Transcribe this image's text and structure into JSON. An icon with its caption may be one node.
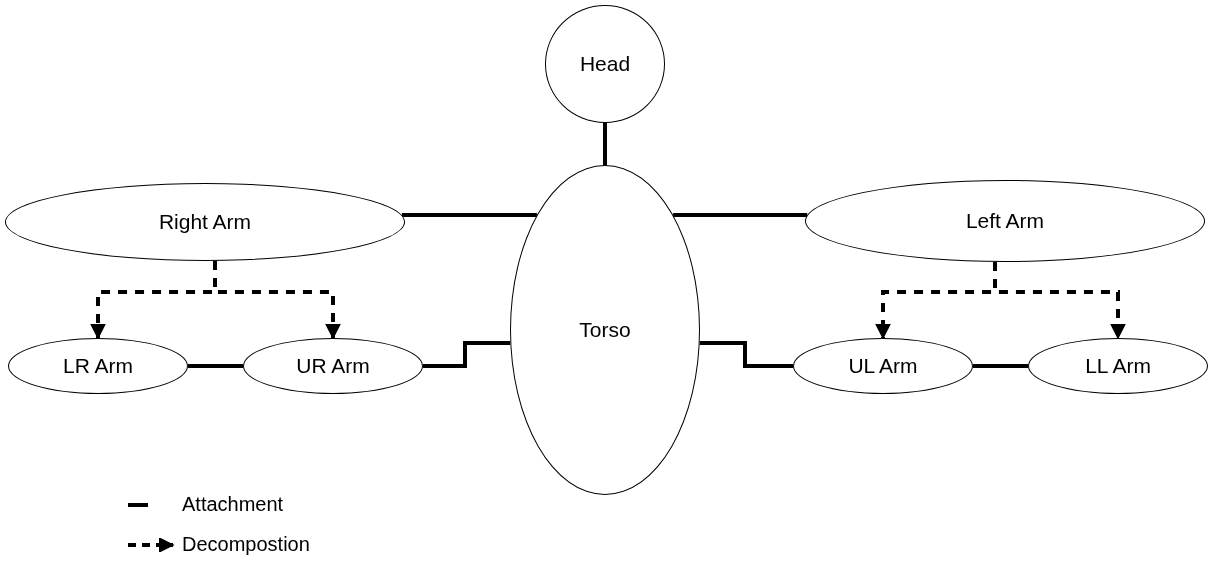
{
  "diagram": {
    "nodes": [
      {
        "text": [
          "Head"
        ]
      },
      {
        "text": [
          "Right Arm"
        ]
      },
      {
        "text": [
          "Torso"
        ]
      },
      {
        "text": [
          "Left Arm"
        ]
      },
      {
        "text": [
          "LR Arm"
        ]
      },
      {
        "text": [
          "UR Arm"
        ]
      },
      {
        "text": [
          "UL Arm"
        ]
      },
      {
        "text": [
          "LL Arm"
        ]
      }
    ],
    "edges": [
      {
        "from": 0,
        "to": 2,
        "arrow": "none"
      },
      {
        "from": 1,
        "to": 2,
        "arrow": "none"
      },
      {
        "from": 2,
        "to": 3,
        "arrow": "none"
      },
      {
        "from": 1,
        "to": 4,
        "arrow": "to",
        "style": "dashed"
      },
      {
        "from": 1,
        "to": 5,
        "arrow": "to",
        "style": "dashed"
      },
      {
        "from": 3,
        "to": 6,
        "arrow": "to",
        "style": "dashed"
      },
      {
        "from": 3,
        "to": 7,
        "arrow": "to",
        "style": "dashed"
      },
      {
        "from": 4,
        "to": 5,
        "arrow": "none"
      },
      {
        "from": 5,
        "to": 2,
        "arrow": "none"
      },
      {
        "from": 2,
        "to": 6,
        "arrow": "none"
      },
      {
        "from": 6,
        "to": 7,
        "arrow": "none"
      }
    ],
    "legend": [
      {
        "text": "Attachment"
      },
      {
        "text": "Decompostion"
      }
    ]
  }
}
